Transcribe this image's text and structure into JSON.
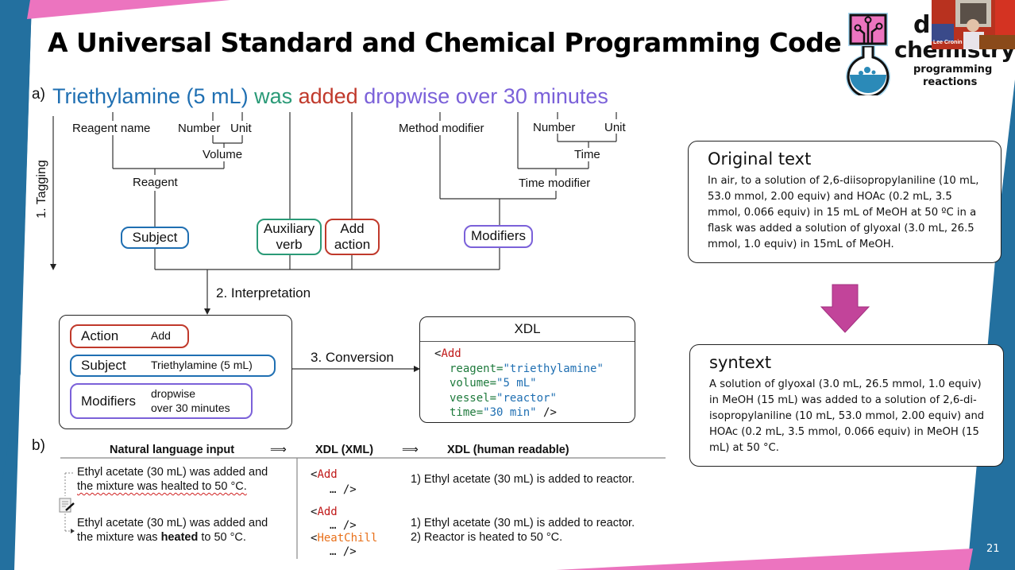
{
  "slide": {
    "title": "A Universal Standard and Chemical Programming Code",
    "page_number": "21",
    "colors": {
      "accent_blue": "#23709f",
      "accent_pink": "#ec74bf",
      "arrow_magenta": "#c2449a"
    }
  },
  "logo": {
    "line1": "di",
    "line2": "chemistry",
    "line3": "programming",
    "line4": "reactions",
    "icon": "flask-circuit-icon"
  },
  "webcam": {
    "participant_name": "Lee Cronin"
  },
  "panel_a": {
    "label": "a)",
    "sentence": [
      {
        "text": "Triethylamine (5 mL)",
        "role": "subject",
        "color": "#1f6fb2"
      },
      {
        "text": "was",
        "role": "auxiliary",
        "color": "#2a9a77"
      },
      {
        "text": "added",
        "role": "action",
        "color": "#c0392b"
      },
      {
        "text": "dropwise over 30 minutes",
        "role": "modifiers",
        "color": "#7b61d9"
      }
    ],
    "tree_labels": {
      "reagent_name": "Reagent name",
      "number1": "Number",
      "unit1": "Unit",
      "volume": "Volume",
      "reagent": "Reagent",
      "method_modifier": "Method modifier",
      "number2": "Number",
      "unit2": "Unit",
      "time": "Time",
      "time_modifier": "Time modifier"
    },
    "tags": {
      "subject": "Subject",
      "auxiliary_verb_1": "Auxiliary",
      "auxiliary_verb_2": "verb",
      "add_action_1": "Add",
      "add_action_2": "action",
      "modifiers": "Modifiers"
    },
    "steps": {
      "tagging": "1. Tagging",
      "interpretation": "2. Interpretation",
      "conversion": "3. Conversion"
    },
    "interpretation": {
      "action_key": "Action",
      "action_val": "Add",
      "subject_key": "Subject",
      "subject_val": "Triethylamine (5 mL)",
      "modifiers_key": "Modifiers",
      "modifiers_val_1": "dropwise",
      "modifiers_val_2": "over 30 minutes"
    },
    "xdl": {
      "title": "XDL",
      "tag_open": "<",
      "tag_name": "Add",
      "attrs": [
        {
          "name": "reagent",
          "value": "\"triethylamine\""
        },
        {
          "name": "volume",
          "value": "\"5 mL\""
        },
        {
          "name": "vessel",
          "value": "\"reactor\""
        },
        {
          "name": "time",
          "value": "\"30 min\""
        }
      ],
      "close": " />"
    }
  },
  "panel_b": {
    "label": "b)",
    "headers": [
      "Natural language input",
      "XDL (XML)",
      "XDL (human readable)"
    ],
    "arrow": "⟹",
    "rows": [
      {
        "input_line1": "Ethyl acetate (30 mL) was added and",
        "input_line2": "the mixture was healted to 50 °C.",
        "xml": [
          {
            "tag": "Add",
            "rest": "…  />"
          }
        ],
        "readable": [
          "1) Ethyl acetate (30 mL) is added to reactor."
        ]
      },
      {
        "input_line1": "Ethyl acetate (30 mL) was added and",
        "input_line2_pre": "the mixture was ",
        "input_line2_bold": "heated",
        "input_line2_post": " to 50 °C.",
        "xml": [
          {
            "tag": "Add",
            "rest": "…  />"
          },
          {
            "tag": "HeatChill",
            "rest": "… />"
          }
        ],
        "readable": [
          "1) Ethyl acetate (30 mL) is added to reactor.",
          "2) Reactor is heated to 50 °C."
        ]
      }
    ],
    "edit_icon": "edit-document-icon"
  },
  "original_text": {
    "title": "Original text",
    "body": "In air, to a solution of 2,6-diisopropylaniline (10 mL, 53.0 mmol, 2.00 equiv) and HOAc (0.2 mL, 3.5 mmol, 0.066 equiv) in 15 mL of MeOH at 50 ºC in a flask was added a solution of glyoxal (3.0 mL, 26.5 mmol, 1.0 equiv) in 15mL of MeOH."
  },
  "syntext": {
    "title": "syntext",
    "body": "A solution of glyoxal (3.0 mL, 26.5 mmol, 1.0 equiv) in MeOH (15 mL) was added to a solution of 2,6-di-isopropylaniline (10 mL, 53.0 mmol, 2.00 equiv) and HOAc (0.2 mL, 3.5 mmol, 0.066 equiv) in MeOH (15 mL) at 50 °C."
  }
}
